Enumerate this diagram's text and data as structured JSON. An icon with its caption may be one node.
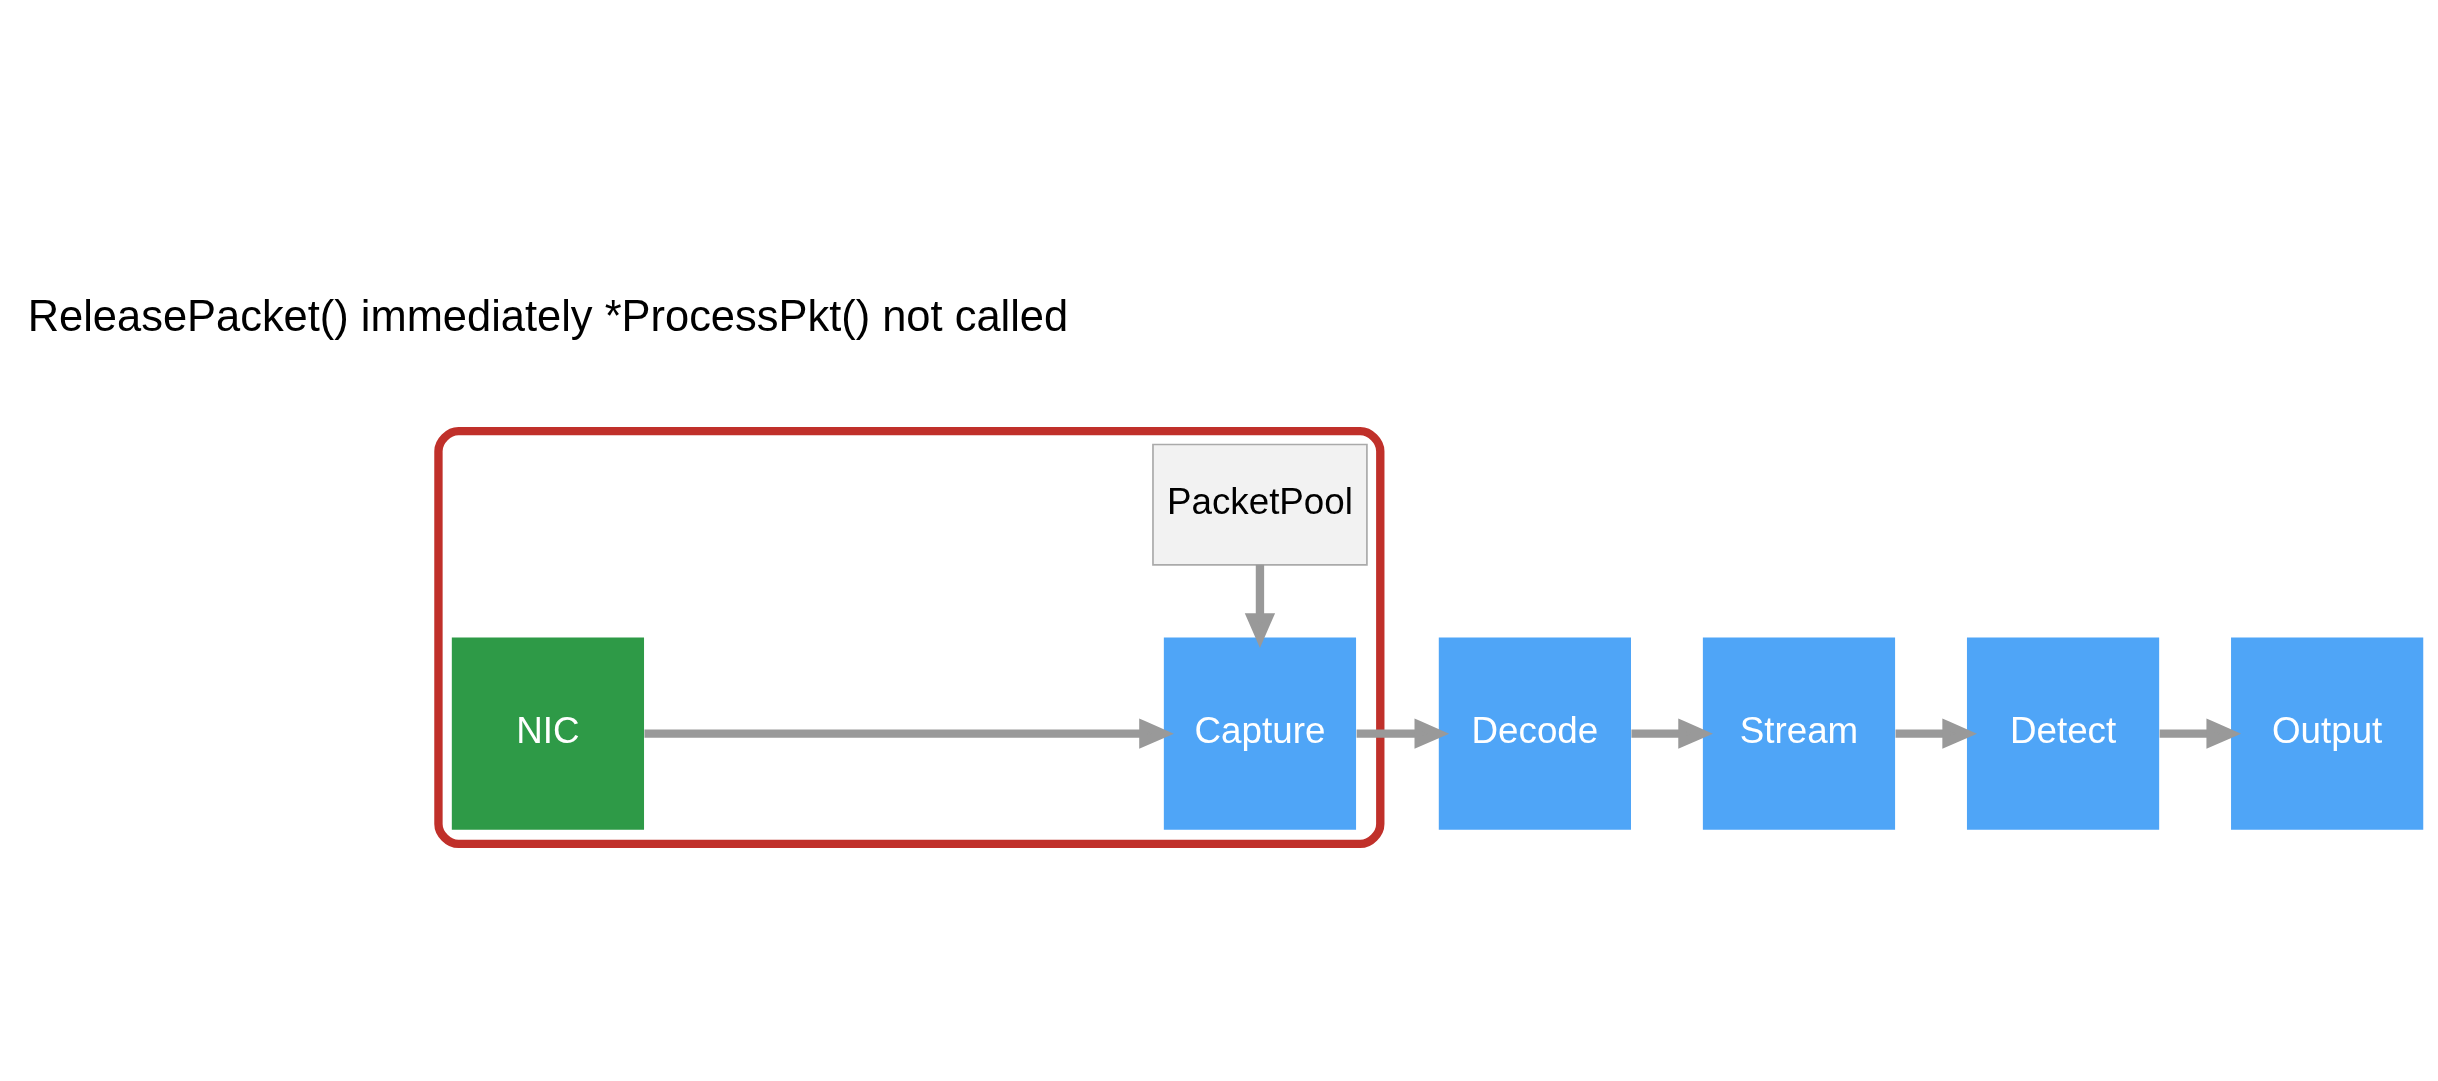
{
  "diagram": {
    "nodes": [
      {
        "text": [],
        "shape": "ellipse"
      },
      {
        "text": [
          "NIC"
        ],
        "in": 0
      },
      {
        "text": [
          "Capture"
        ],
        "in": 0
      },
      {
        "text": [
          "PacketPool"
        ],
        "in": 0
      },
      {
        "text": [
          "Decode"
        ]
      },
      {
        "text": [
          "Stream"
        ]
      },
      {
        "text": [
          "Detect"
        ]
      },
      {
        "text": [
          "Output"
        ]
      }
    ],
    "edges": [
      {
        "from": 1,
        "to": 2,
        "arrow": "to"
      },
      {
        "from": 2,
        "to": 4,
        "arrow": "to"
      },
      {
        "from": 4,
        "to": 5,
        "arrow": "to"
      },
      {
        "from": 5,
        "to": 6,
        "arrow": "to"
      },
      {
        "from": 6,
        "to": 7,
        "arrow": "to"
      },
      {
        "from": 3,
        "to": 2,
        "arrow": "to"
      }
    ],
    "labels": [
      "ReleasePacket() immediately *ProcessPkt() not called"
    ]
  }
}
